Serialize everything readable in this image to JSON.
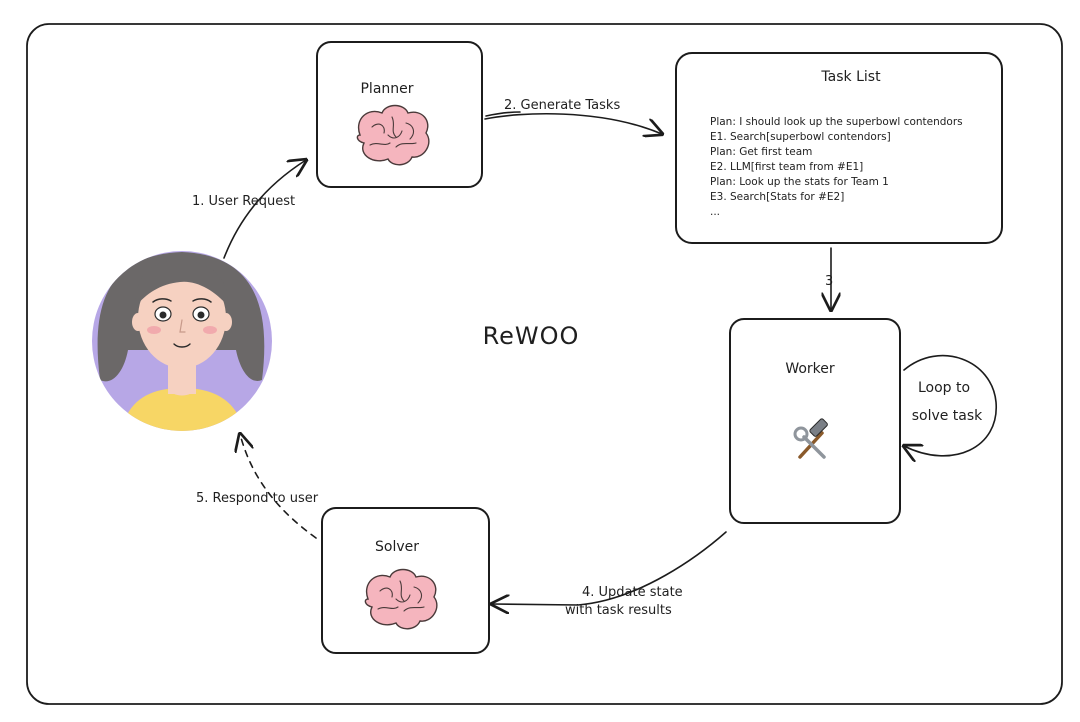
{
  "diagram": {
    "title": "ReWOO",
    "nodes": {
      "planner": {
        "label": "Planner",
        "icon": "brain-icon"
      },
      "task_list": {
        "label": "Task List",
        "lines": [
          "Plan: I should look up the superbowl contendors",
          "E1. Search[superbowl contendors]",
          "Plan: Get first team",
          "E2. LLM[first team from #E1]",
          "Plan: Look up the stats for Team 1",
          "E3. Search[Stats for #E2]",
          "..."
        ]
      },
      "worker": {
        "label": "Worker",
        "icon": "tools-icon"
      },
      "solver": {
        "label": "Solver",
        "icon": "brain-icon"
      },
      "user": {
        "icon": "user-avatar-icon"
      }
    },
    "edges": {
      "user_request": "1. User Request",
      "generate_tasks": "2. Generate Tasks",
      "step3": "3",
      "loop": [
        "Loop to",
        "solve task"
      ],
      "update_state": [
        "4. Update state",
        "with task results"
      ],
      "respond": "5. Respond to user"
    },
    "colors": {
      "avatar_bg": "#b7a7e6",
      "brain": "#f5b5be",
      "hair": "#6b6868",
      "skin": "#f6d1c1",
      "shirt": "#f7d665"
    }
  }
}
